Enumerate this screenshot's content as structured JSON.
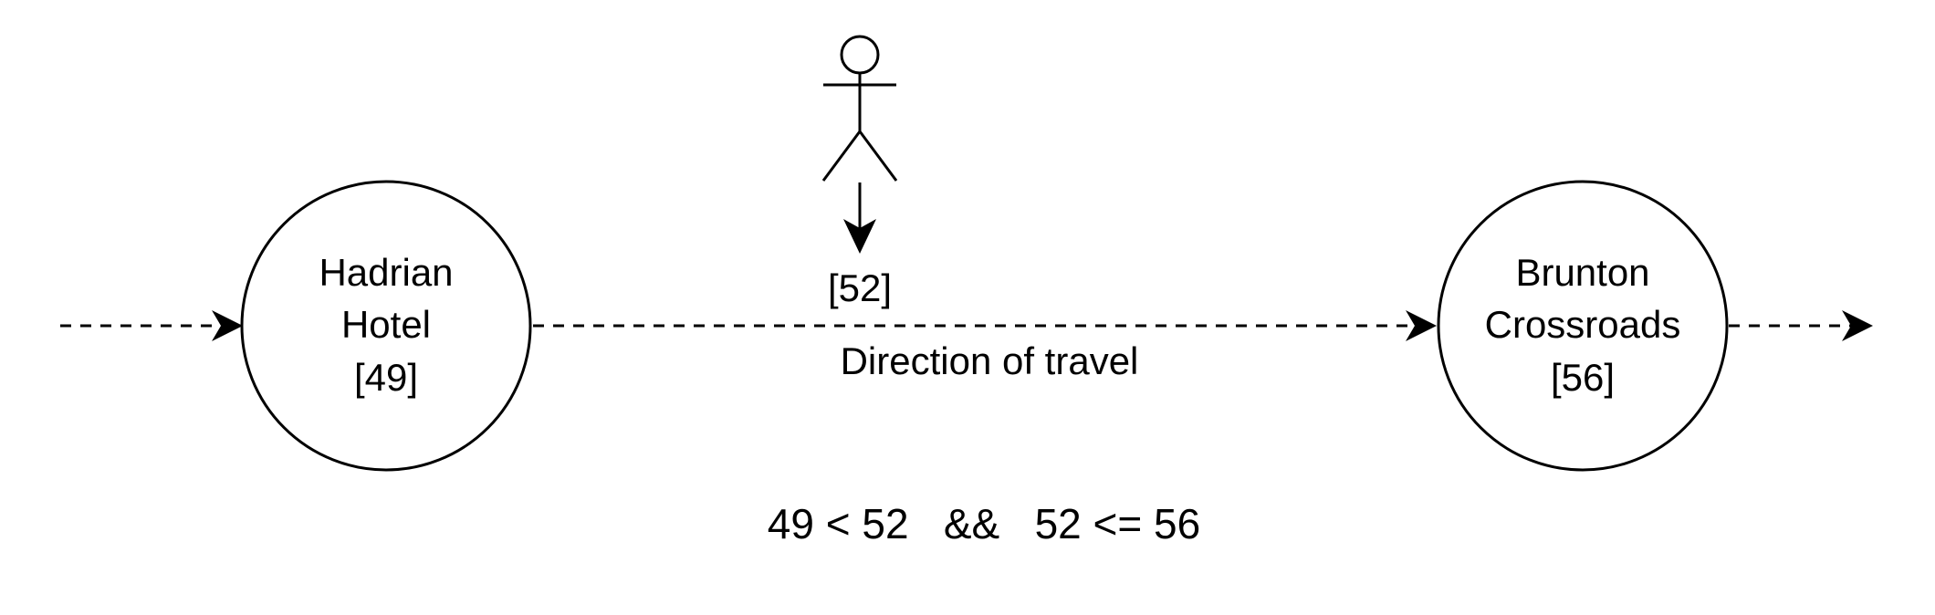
{
  "nodes": [
    {
      "name": "hadrian-hotel",
      "lines": [
        "Hadrian",
        "Hotel",
        "[49]"
      ]
    },
    {
      "name": "brunton-crossroads",
      "lines": [
        "Brunton",
        "Crossroads",
        "[56]"
      ]
    }
  ],
  "person_value": "[52]",
  "edge_label": "Direction of travel",
  "condition": "49 < 52   &&   52 <= 56",
  "colors": {
    "stroke": "#000000",
    "background": "#ffffff"
  }
}
